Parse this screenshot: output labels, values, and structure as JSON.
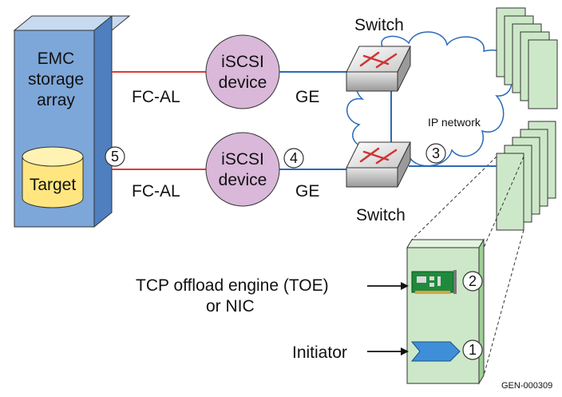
{
  "diagram": {
    "storage_array": {
      "line1": "EMC",
      "line2": "storage",
      "line3": "array",
      "target": "Target"
    },
    "iscsi_top": {
      "line1": "iSCSI",
      "line2": "device"
    },
    "iscsi_bottom": {
      "line1": "iSCSI",
      "line2": "device"
    },
    "fc_top": "FC-AL",
    "fc_bottom": "FC-AL",
    "ge_top": "GE",
    "ge_bottom": "GE",
    "switch_top": "Switch",
    "switch_bottom": "Switch",
    "network": "IP network",
    "callouts": {
      "c1": "1",
      "c2": "2",
      "c3": "3",
      "c4": "4",
      "c5": "5"
    },
    "toe_line1": "TCP offload engine (TOE)",
    "toe_line2": "or NIC",
    "initiator": "Initiator",
    "figure_id": "GEN-000309"
  },
  "colors": {
    "array_blue": "#7da7d9",
    "iscsi_purple": "#d9b8d9",
    "server_green": "#cde8c8",
    "target_yellow": "#ffe680",
    "fc_line": "#e03a3a",
    "ge_line": "#2a6ab8"
  }
}
